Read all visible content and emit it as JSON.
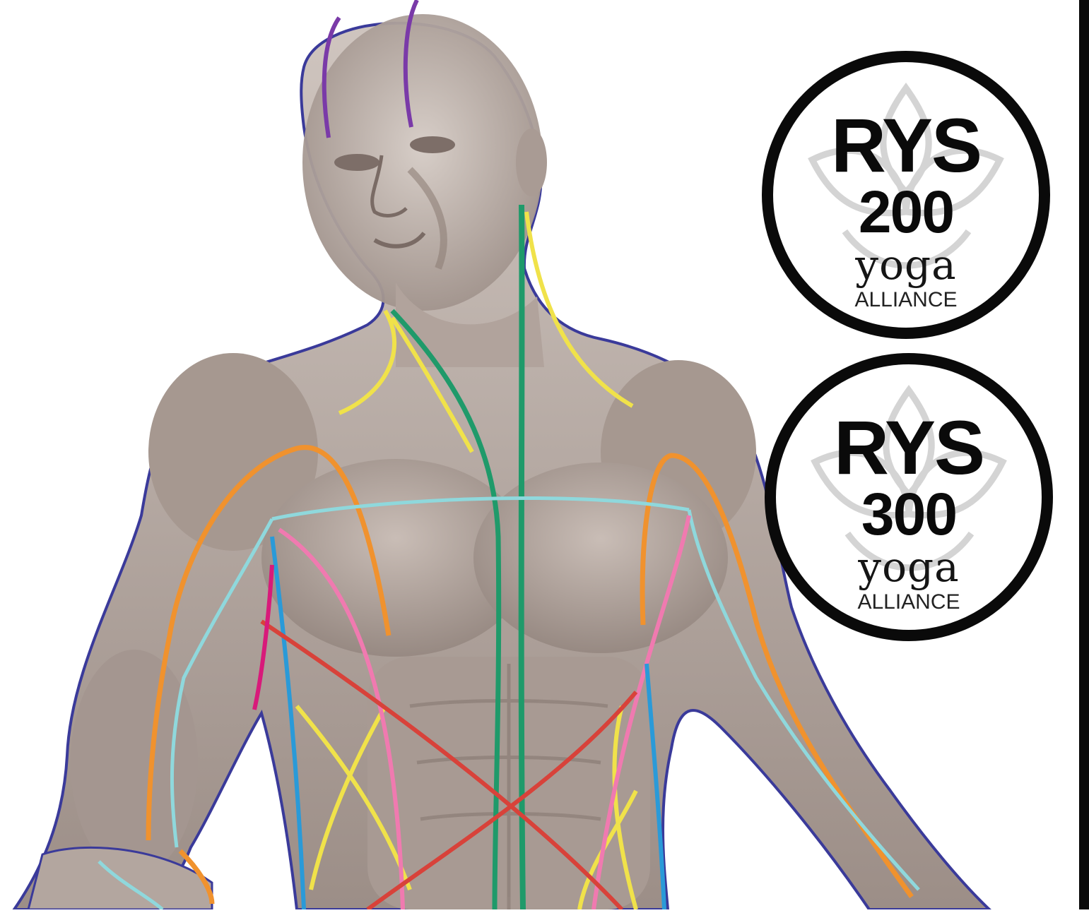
{
  "illustration": {
    "subject": "anatomical-muscle-figure",
    "line_colors": {
      "superficial_back": "#7a3aa8",
      "outline": "#3a3a9a",
      "spiral": "#d8423a",
      "lateral": "#f0e24a",
      "deep_front": "#1f9a6a",
      "arm_lines": "#f0922e",
      "front_arm": "#8fd8dc",
      "superficial_front": "#f07ab0",
      "functional": "#2a9ad8",
      "accent": "#d81a7a"
    }
  },
  "badges": [
    {
      "label": "RYS",
      "number": "200",
      "brand": "yoga",
      "brand_sub": "ALLIANCE"
    },
    {
      "label": "RYS",
      "number": "300",
      "brand": "yoga",
      "brand_sub": "ALLIANCE"
    }
  ]
}
